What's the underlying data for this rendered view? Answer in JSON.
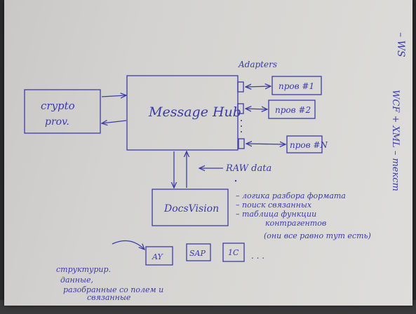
{
  "nodes": {
    "crypto": [
      "crypto",
      "prov."
    ],
    "hub": "Message Hub",
    "adapters_label": "Adapters",
    "prov1": "пров #1",
    "prov2": "пров #2",
    "provN": "пров #N",
    "docsvision": "DocsVision",
    "raw_data": "RAW data",
    "ay": "AY",
    "sap": "SAP",
    "one_c": "1C",
    "ellipsis": ". . ."
  },
  "notes": {
    "docsvision_notes": [
      "– логика разбора формата",
      "– поиск связанных",
      "– таблица функции",
      "контрагентов",
      "(они все равно тут есть)"
    ],
    "structured": [
      "структурир.",
      "данные,",
      "разобранные со полем и",
      "связанные"
    ],
    "right_side": [
      "– WS",
      "WCF + XML – текст"
    ]
  },
  "colors": {
    "ink": "#3b3aa8",
    "paper": "#d6d5d2",
    "background": "#2a2a2c"
  }
}
